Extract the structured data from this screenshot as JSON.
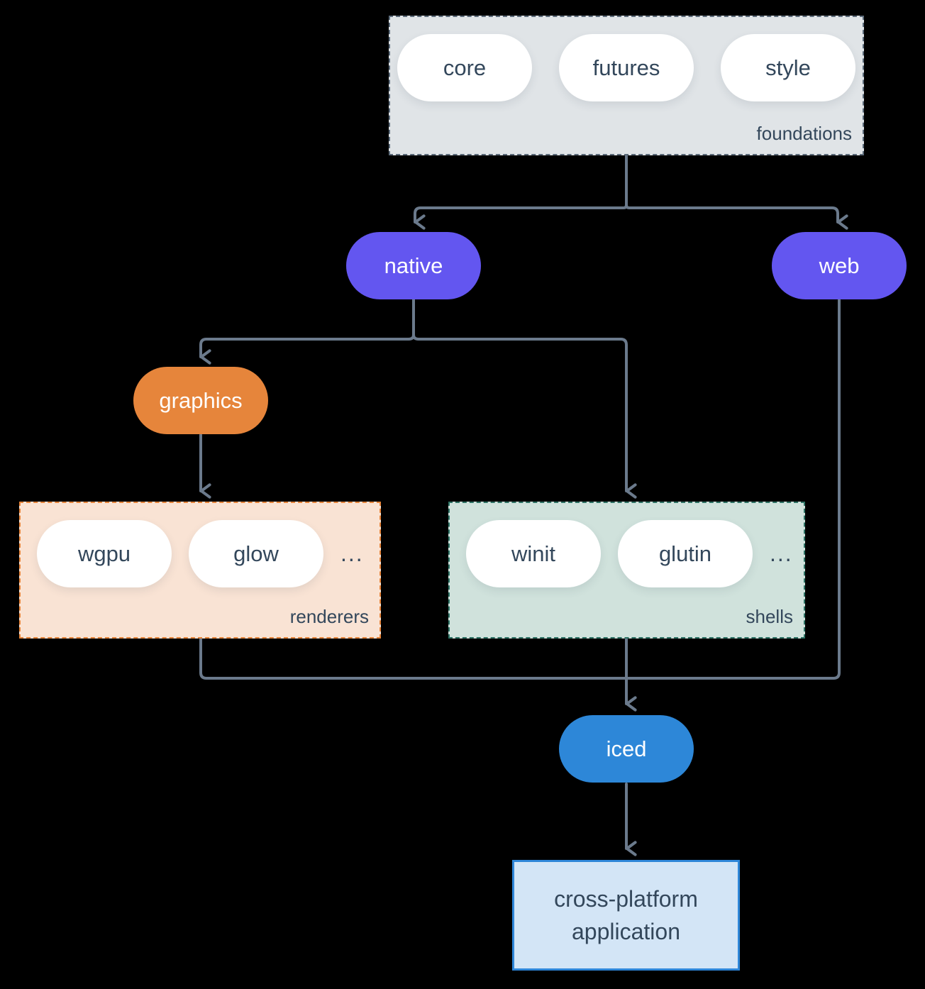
{
  "colors": {
    "background": "#000000",
    "connector_line": "#6B7A8C",
    "purple_node": "#6356F0",
    "orange_node": "#E6853B",
    "blue_node": "#2D87D8",
    "foundations_fill": "#E0E4E7",
    "foundations_border": "#5C6B7A",
    "renderers_fill": "#F9E3D4",
    "renderers_border": "#E6853B",
    "shells_fill": "#D0E2DC",
    "shells_border": "#2E7365",
    "application_fill": "#D3E5F6",
    "application_border": "#2E86D8",
    "dark_text": "#33475B"
  },
  "nodes": {
    "foundations": {
      "label": "foundations",
      "pills": [
        "core",
        "futures",
        "style"
      ]
    },
    "native": {
      "label": "native"
    },
    "web": {
      "label": "web"
    },
    "graphics": {
      "label": "graphics"
    },
    "renderers": {
      "label": "renderers",
      "pills": [
        "wgpu",
        "glow"
      ],
      "ellipsis": "..."
    },
    "shells": {
      "label": "shells",
      "pills": [
        "winit",
        "glutin"
      ],
      "ellipsis": "..."
    },
    "iced": {
      "label": "iced"
    },
    "application": {
      "label": "cross-platform application"
    }
  }
}
